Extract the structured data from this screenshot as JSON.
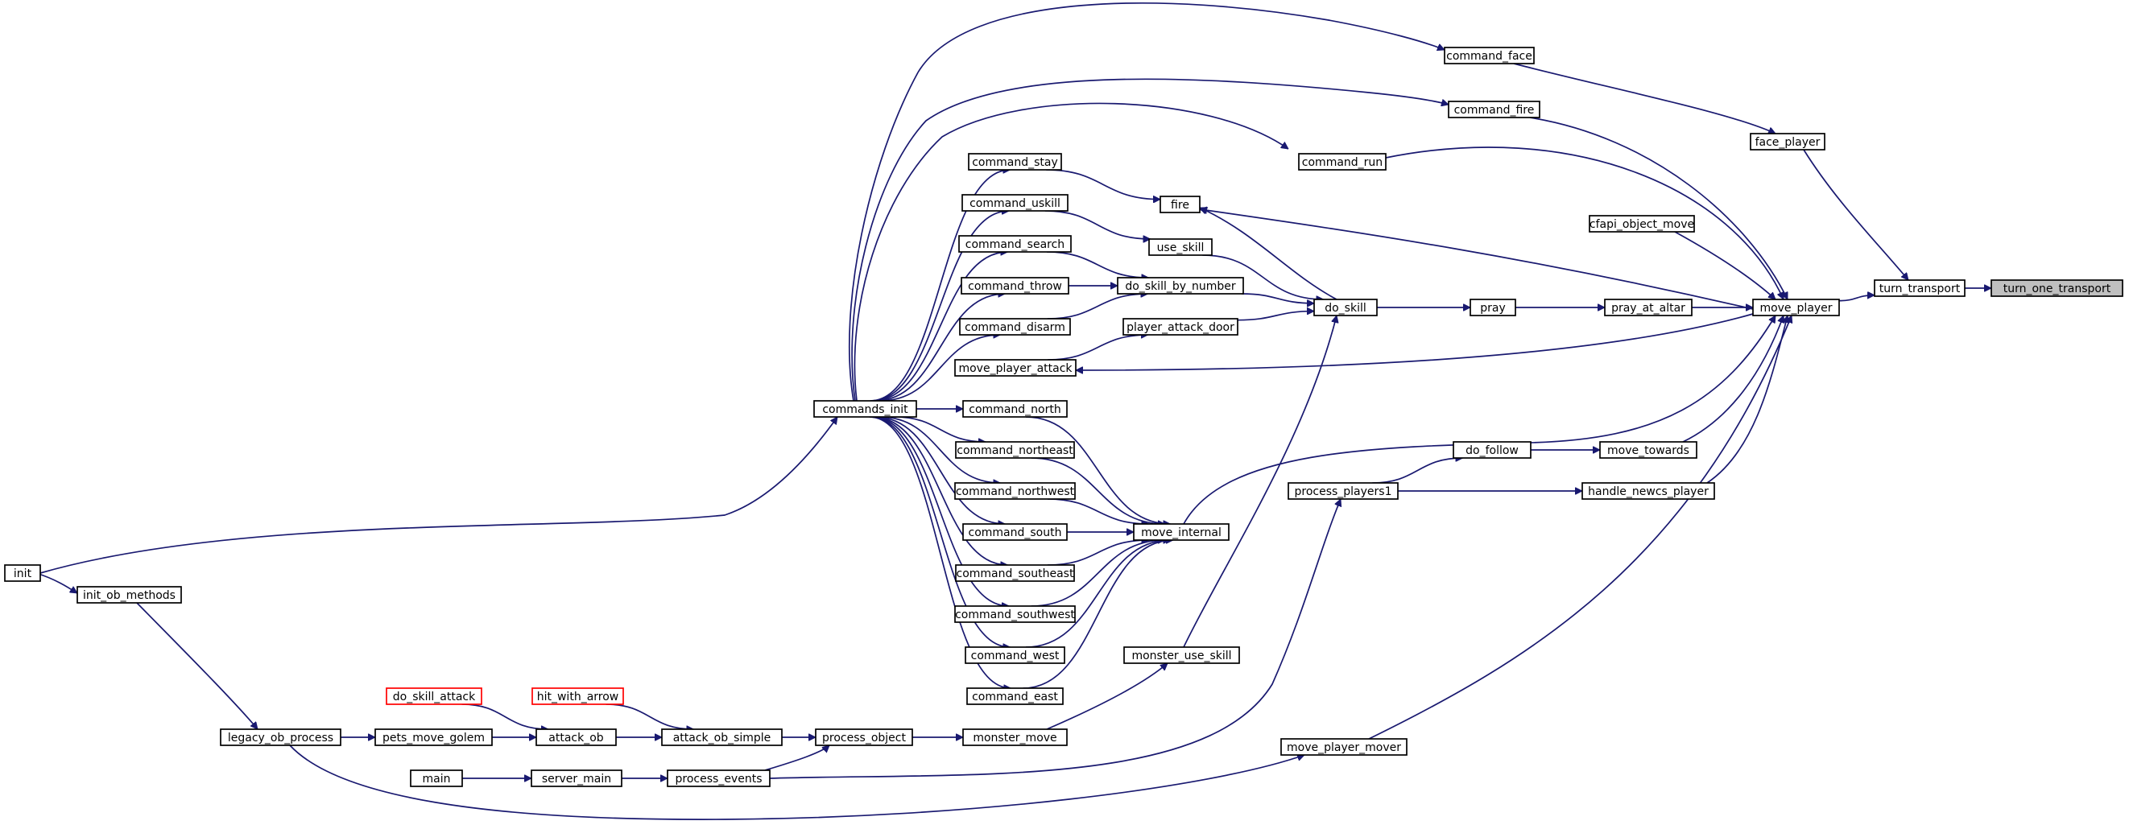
{
  "colors": {
    "edge": "#191970",
    "node_border": "#000000",
    "node_fill": "#ffffff",
    "highlight_fill": "#bfbfbf",
    "truncated_border": "#ff0000"
  },
  "nodes": [
    {
      "id": "turn_one_transport",
      "label": "turn_one_transport",
      "style": "highlight"
    },
    {
      "id": "turn_transport",
      "label": "turn_transport",
      "style": "normal"
    },
    {
      "id": "face_player",
      "label": "face_player",
      "style": "normal"
    },
    {
      "id": "move_player",
      "label": "move_player",
      "style": "normal"
    },
    {
      "id": "command_face",
      "label": "command_face",
      "style": "normal"
    },
    {
      "id": "command_fire",
      "label": "command_fire",
      "style": "normal"
    },
    {
      "id": "command_run",
      "label": "command_run",
      "style": "normal"
    },
    {
      "id": "cfapi_object_move",
      "label": "cfapi_object_move",
      "style": "normal"
    },
    {
      "id": "pray_at_altar",
      "label": "pray_at_altar",
      "style": "normal"
    },
    {
      "id": "pray",
      "label": "pray",
      "style": "normal"
    },
    {
      "id": "do_skill",
      "label": "do_skill",
      "style": "normal"
    },
    {
      "id": "fire",
      "label": "fire",
      "style": "normal"
    },
    {
      "id": "use_skill",
      "label": "use_skill",
      "style": "normal"
    },
    {
      "id": "do_skill_by_number",
      "label": "do_skill_by_number",
      "style": "normal"
    },
    {
      "id": "player_attack_door",
      "label": "player_attack_door",
      "style": "normal"
    },
    {
      "id": "move_player_attack",
      "label": "move_player_attack",
      "style": "normal"
    },
    {
      "id": "command_stay",
      "label": "command_stay",
      "style": "normal"
    },
    {
      "id": "command_uskill",
      "label": "command_uskill",
      "style": "normal"
    },
    {
      "id": "command_search",
      "label": "command_search",
      "style": "normal"
    },
    {
      "id": "command_throw",
      "label": "command_throw",
      "style": "normal"
    },
    {
      "id": "command_disarm",
      "label": "command_disarm",
      "style": "normal"
    },
    {
      "id": "commands_init",
      "label": "commands_init",
      "style": "normal"
    },
    {
      "id": "command_north",
      "label": "command_north",
      "style": "normal"
    },
    {
      "id": "command_northeast",
      "label": "command_northeast",
      "style": "normal"
    },
    {
      "id": "command_northwest",
      "label": "command_northwest",
      "style": "normal"
    },
    {
      "id": "command_south",
      "label": "command_south",
      "style": "normal"
    },
    {
      "id": "command_southeast",
      "label": "command_southeast",
      "style": "normal"
    },
    {
      "id": "command_southwest",
      "label": "command_southwest",
      "style": "normal"
    },
    {
      "id": "command_west",
      "label": "command_west",
      "style": "normal"
    },
    {
      "id": "command_east",
      "label": "command_east",
      "style": "normal"
    },
    {
      "id": "move_internal",
      "label": "move_internal",
      "style": "normal"
    },
    {
      "id": "monster_use_skill",
      "label": "monster_use_skill",
      "style": "normal"
    },
    {
      "id": "do_follow",
      "label": "do_follow",
      "style": "normal"
    },
    {
      "id": "move_towards",
      "label": "move_towards",
      "style": "normal"
    },
    {
      "id": "process_players1",
      "label": "process_players1",
      "style": "normal"
    },
    {
      "id": "handle_newcs_player",
      "label": "handle_newcs_player",
      "style": "normal"
    },
    {
      "id": "init",
      "label": "init",
      "style": "normal"
    },
    {
      "id": "init_ob_methods",
      "label": "init_ob_methods",
      "style": "normal"
    },
    {
      "id": "legacy_ob_process",
      "label": "legacy_ob_process",
      "style": "normal"
    },
    {
      "id": "pets_move_golem",
      "label": "pets_move_golem",
      "style": "normal"
    },
    {
      "id": "do_skill_attack",
      "label": "do_skill_attack",
      "style": "truncated"
    },
    {
      "id": "attack_ob",
      "label": "attack_ob",
      "style": "normal"
    },
    {
      "id": "hit_with_arrow",
      "label": "hit_with_arrow",
      "style": "truncated"
    },
    {
      "id": "attack_ob_simple",
      "label": "attack_ob_simple",
      "style": "normal"
    },
    {
      "id": "process_object",
      "label": "process_object",
      "style": "normal"
    },
    {
      "id": "monster_move",
      "label": "monster_move",
      "style": "normal"
    },
    {
      "id": "main",
      "label": "main",
      "style": "normal"
    },
    {
      "id": "server_main",
      "label": "server_main",
      "style": "normal"
    },
    {
      "id": "process_events",
      "label": "process_events",
      "style": "normal"
    },
    {
      "id": "move_player_mover",
      "label": "move_player_mover",
      "style": "normal"
    }
  ],
  "edges": [
    [
      "turn_transport",
      "turn_one_transport"
    ],
    [
      "face_player",
      "turn_transport"
    ],
    [
      "move_player",
      "turn_transport"
    ],
    [
      "command_face",
      "face_player"
    ],
    [
      "commands_init",
      "command_face"
    ],
    [
      "command_fire",
      "move_player"
    ],
    [
      "command_run",
      "move_player"
    ],
    [
      "cfapi_object_move",
      "move_player"
    ],
    [
      "move_towards",
      "move_player"
    ],
    [
      "handle_newcs_player",
      "move_player"
    ],
    [
      "move_internal",
      "move_player"
    ],
    [
      "move_player_mover",
      "move_player"
    ],
    [
      "pray_at_altar",
      "move_player"
    ],
    [
      "pray",
      "pray_at_altar"
    ],
    [
      "do_skill",
      "pray"
    ],
    [
      "move_player",
      "fire"
    ],
    [
      "move_player",
      "move_player_attack"
    ],
    [
      "do_skill",
      "fire"
    ],
    [
      "use_skill",
      "do_skill"
    ],
    [
      "do_skill_by_number",
      "do_skill"
    ],
    [
      "player_attack_door",
      "do_skill"
    ],
    [
      "monster_use_skill",
      "do_skill"
    ],
    [
      "command_stay",
      "fire"
    ],
    [
      "command_uskill",
      "use_skill"
    ],
    [
      "command_search",
      "do_skill_by_number"
    ],
    [
      "command_throw",
      "do_skill_by_number"
    ],
    [
      "command_disarm",
      "do_skill_by_number"
    ],
    [
      "move_player_attack",
      "player_attack_door"
    ],
    [
      "commands_init",
      "command_fire"
    ],
    [
      "commands_init",
      "command_run"
    ],
    [
      "commands_init",
      "command_stay"
    ],
    [
      "commands_init",
      "command_uskill"
    ],
    [
      "commands_init",
      "command_search"
    ],
    [
      "commands_init",
      "command_throw"
    ],
    [
      "commands_init",
      "command_disarm"
    ],
    [
      "commands_init",
      "command_north"
    ],
    [
      "commands_init",
      "command_northeast"
    ],
    [
      "commands_init",
      "command_northwest"
    ],
    [
      "commands_init",
      "command_south"
    ],
    [
      "commands_init",
      "command_southeast"
    ],
    [
      "commands_init",
      "command_southwest"
    ],
    [
      "commands_init",
      "command_west"
    ],
    [
      "commands_init",
      "command_east"
    ],
    [
      "command_north",
      "move_internal"
    ],
    [
      "command_northeast",
      "move_internal"
    ],
    [
      "command_northwest",
      "move_internal"
    ],
    [
      "command_south",
      "move_internal"
    ],
    [
      "command_southeast",
      "move_internal"
    ],
    [
      "command_southwest",
      "move_internal"
    ],
    [
      "command_west",
      "move_internal"
    ],
    [
      "command_east",
      "move_internal"
    ],
    [
      "monster_move",
      "monster_use_skill"
    ],
    [
      "do_follow",
      "move_towards"
    ],
    [
      "process_players1",
      "do_follow"
    ],
    [
      "process_players1",
      "handle_newcs_player"
    ],
    [
      "process_events",
      "process_players1"
    ],
    [
      "init",
      "commands_init"
    ],
    [
      "init",
      "init_ob_methods"
    ],
    [
      "init_ob_methods",
      "legacy_ob_process"
    ],
    [
      "legacy_ob_process",
      "pets_move_golem"
    ],
    [
      "legacy_ob_process",
      "move_player_mover"
    ],
    [
      "pets_move_golem",
      "attack_ob"
    ],
    [
      "do_skill_attack",
      "attack_ob"
    ],
    [
      "attack_ob",
      "attack_ob_simple"
    ],
    [
      "hit_with_arrow",
      "attack_ob_simple"
    ],
    [
      "attack_ob_simple",
      "process_object"
    ],
    [
      "process_object",
      "monster_move"
    ],
    [
      "process_events",
      "process_object"
    ],
    [
      "main",
      "server_main"
    ],
    [
      "server_main",
      "process_events"
    ]
  ]
}
